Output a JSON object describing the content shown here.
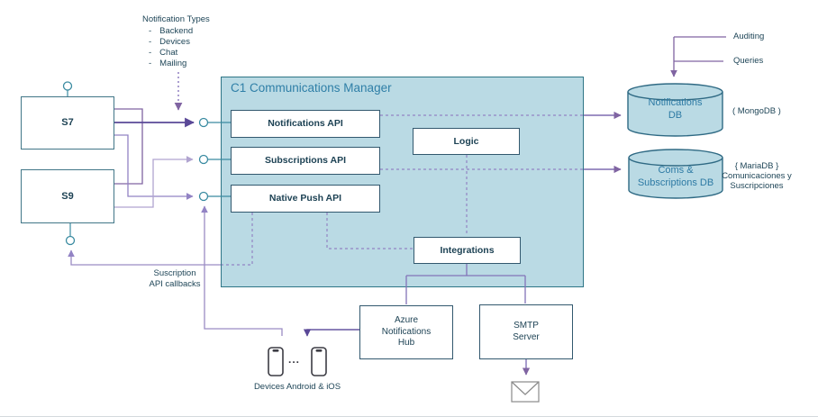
{
  "notification_types": {
    "title": "Notification Types",
    "bullet": "-",
    "items": [
      "Backend",
      "Devices",
      "Chat",
      "Mailing"
    ]
  },
  "systems": {
    "s7": "S7",
    "s9": "S9"
  },
  "manager": {
    "title": "C1 Communications Manager",
    "notifications_api": "Notifications API",
    "subscriptions_api": "Subscriptions API",
    "native_push_api": "Native Push API",
    "logic": "Logic",
    "integrations": "Integrations"
  },
  "external": {
    "azure_hub": "Azure\nNotifications\nHub",
    "smtp_server": "SMTP\nServer"
  },
  "databases": {
    "notifications_db": {
      "label": "Notifications\nDB",
      "tech": "( MongoDB )"
    },
    "coms_db": {
      "label": "Coms &\nSubscriptions DB",
      "tech": "{ MariaDB }\nComunicaciones y\nSuscripciones"
    }
  },
  "annotations": {
    "auditing": "Auditing",
    "queries": "Queries",
    "subscription_callbacks": "Suscription\nAPI callbacks",
    "devices": "Devices Android & iOS",
    "ellipsis": "..."
  },
  "colors": {
    "manager_fill": "#badae4",
    "manager_border": "#2e7586",
    "purple_dark": "#5a4897",
    "purple_medium": "#8064a2",
    "purple_light": "#b1a4d0",
    "dashed_purple": "#9283c4",
    "teal_connector": "#3a8ba1",
    "title_blue": "#2f7fa7"
  }
}
